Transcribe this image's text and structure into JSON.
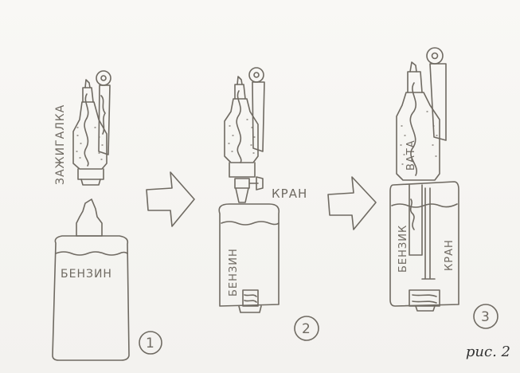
{
  "labels": {
    "lighter": "ЗАЖИГАЛКА",
    "fuel": "БЕНЗИН",
    "valve": "КРАН",
    "cotton": "ВАТА",
    "fuel_in_tank": "БЕНЗИК",
    "valve_in_tank": "КРАН"
  },
  "steps": [
    "1",
    "2",
    "3"
  ],
  "caption": "рис. 2",
  "colors": {
    "ink": "#6f6a62",
    "paper": "#f6f5f2"
  }
}
